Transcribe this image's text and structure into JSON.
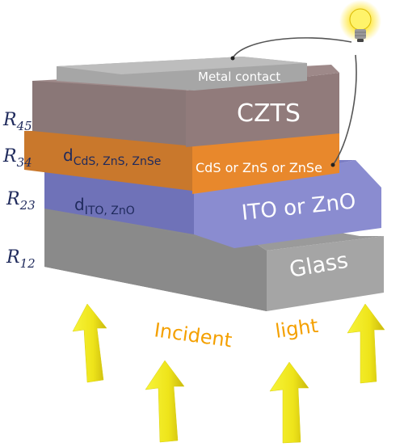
{
  "layers": {
    "metal_contact": "Metal contact",
    "czts": "CZTS",
    "buffer": "CdS or ZnS or ZnSe",
    "window": "ITO or ZnO",
    "glass": "Glass"
  },
  "thickness_labels": {
    "buffer": {
      "base": "d",
      "sub": "CdS, ZnS, ZnSe"
    },
    "window": {
      "base": "d",
      "sub": "ITO, ZnO"
    }
  },
  "interfaces": [
    {
      "base": "R",
      "sub": "45"
    },
    {
      "base": "R",
      "sub": "34"
    },
    {
      "base": "R",
      "sub": "23"
    },
    {
      "base": "R",
      "sub": "12"
    }
  ],
  "incident_light": {
    "word1": "Incident",
    "word2": "light"
  },
  "colors": {
    "glass": "#8f8f8f",
    "window": "#8486c6",
    "buffer": "#e07f2a",
    "czts": "#8a7372",
    "metal": "#a9a9a9",
    "arrow": "#f2ee1c",
    "label_text": "#1f2a5c",
    "light_text": "#f4a000"
  },
  "icons": [
    "light-bulb-icon",
    "up-arrow-icon"
  ]
}
